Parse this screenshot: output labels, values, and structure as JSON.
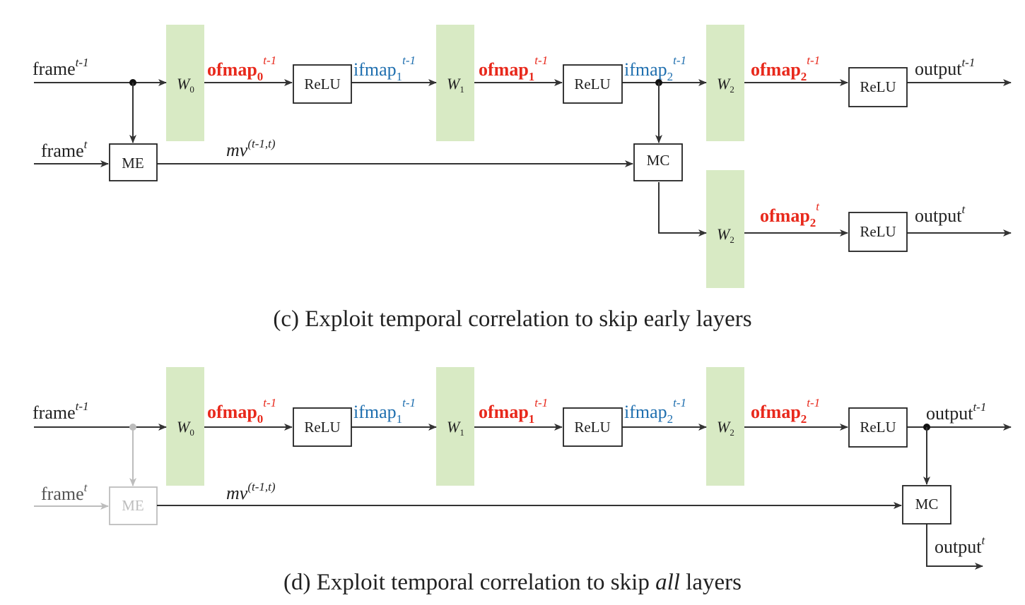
{
  "colors": {
    "ofmap": "#e8291c",
    "ifmap": "#1f6faf",
    "weight_bar": "#d8eac4",
    "text": "#222222",
    "faded": "#bdbdbd"
  },
  "panel_c": {
    "frame_prev": {
      "base": "frame",
      "sup": "t-1"
    },
    "frame_cur": {
      "base": "frame",
      "sup": "t"
    },
    "w0": {
      "base": "W",
      "sub": "0"
    },
    "w1": {
      "base": "W",
      "sub": "1"
    },
    "w2": {
      "base": "W",
      "sub": "2"
    },
    "w2b": {
      "base": "W",
      "sub": "2"
    },
    "ofmap0": {
      "base": "ofmap",
      "sub": "0",
      "sup": "t-1"
    },
    "ifmap1": {
      "base": "ifmap",
      "sub": "1",
      "sup": "t-1"
    },
    "ofmap1": {
      "base": "ofmap",
      "sub": "1",
      "sup": "t-1"
    },
    "ifmap2": {
      "base": "ifmap",
      "sub": "2",
      "sup": "t-1"
    },
    "ofmap2": {
      "base": "ofmap",
      "sub": "2",
      "sup": "t-1"
    },
    "ofmap2_t": {
      "base": "ofmap",
      "sub": "2",
      "sup": "t"
    },
    "relu": "ReLU",
    "me": "ME",
    "mc": "MC",
    "mv": {
      "base": "mv",
      "sup": "(t-1,t)"
    },
    "output_prev": {
      "base": "output",
      "sup": "t-1"
    },
    "output_cur": {
      "base": "output",
      "sup": "t"
    },
    "caption": "(c) Exploit temporal correlation to skip early layers"
  },
  "panel_d": {
    "frame_prev": {
      "base": "frame",
      "sup": "t-1"
    },
    "frame_cur": {
      "base": "frame",
      "sup": "t"
    },
    "w0": {
      "base": "W",
      "sub": "0"
    },
    "w1": {
      "base": "W",
      "sub": "1"
    },
    "w2": {
      "base": "W",
      "sub": "2"
    },
    "ofmap0": {
      "base": "ofmap",
      "sub": "0",
      "sup": "t-1"
    },
    "ifmap1": {
      "base": "ifmap",
      "sub": "1",
      "sup": "t-1"
    },
    "ofmap1": {
      "base": "ofmap",
      "sub": "1",
      "sup": "t-1"
    },
    "ifmap2": {
      "base": "ifmap",
      "sub": "2",
      "sup": "t-1"
    },
    "ofmap2": {
      "base": "ofmap",
      "sub": "2",
      "sup": "t-1"
    },
    "relu": "ReLU",
    "me": "ME",
    "mc": "MC",
    "mv": {
      "base": "mv",
      "sup": "(t-1,t)"
    },
    "output_prev": {
      "base": "output",
      "sup": "t-1"
    },
    "output_cur": {
      "base": "output",
      "sup": "t"
    },
    "caption_pre": "(d) Exploit temporal correlation to skip ",
    "caption_em": "all",
    "caption_post": " layers"
  }
}
